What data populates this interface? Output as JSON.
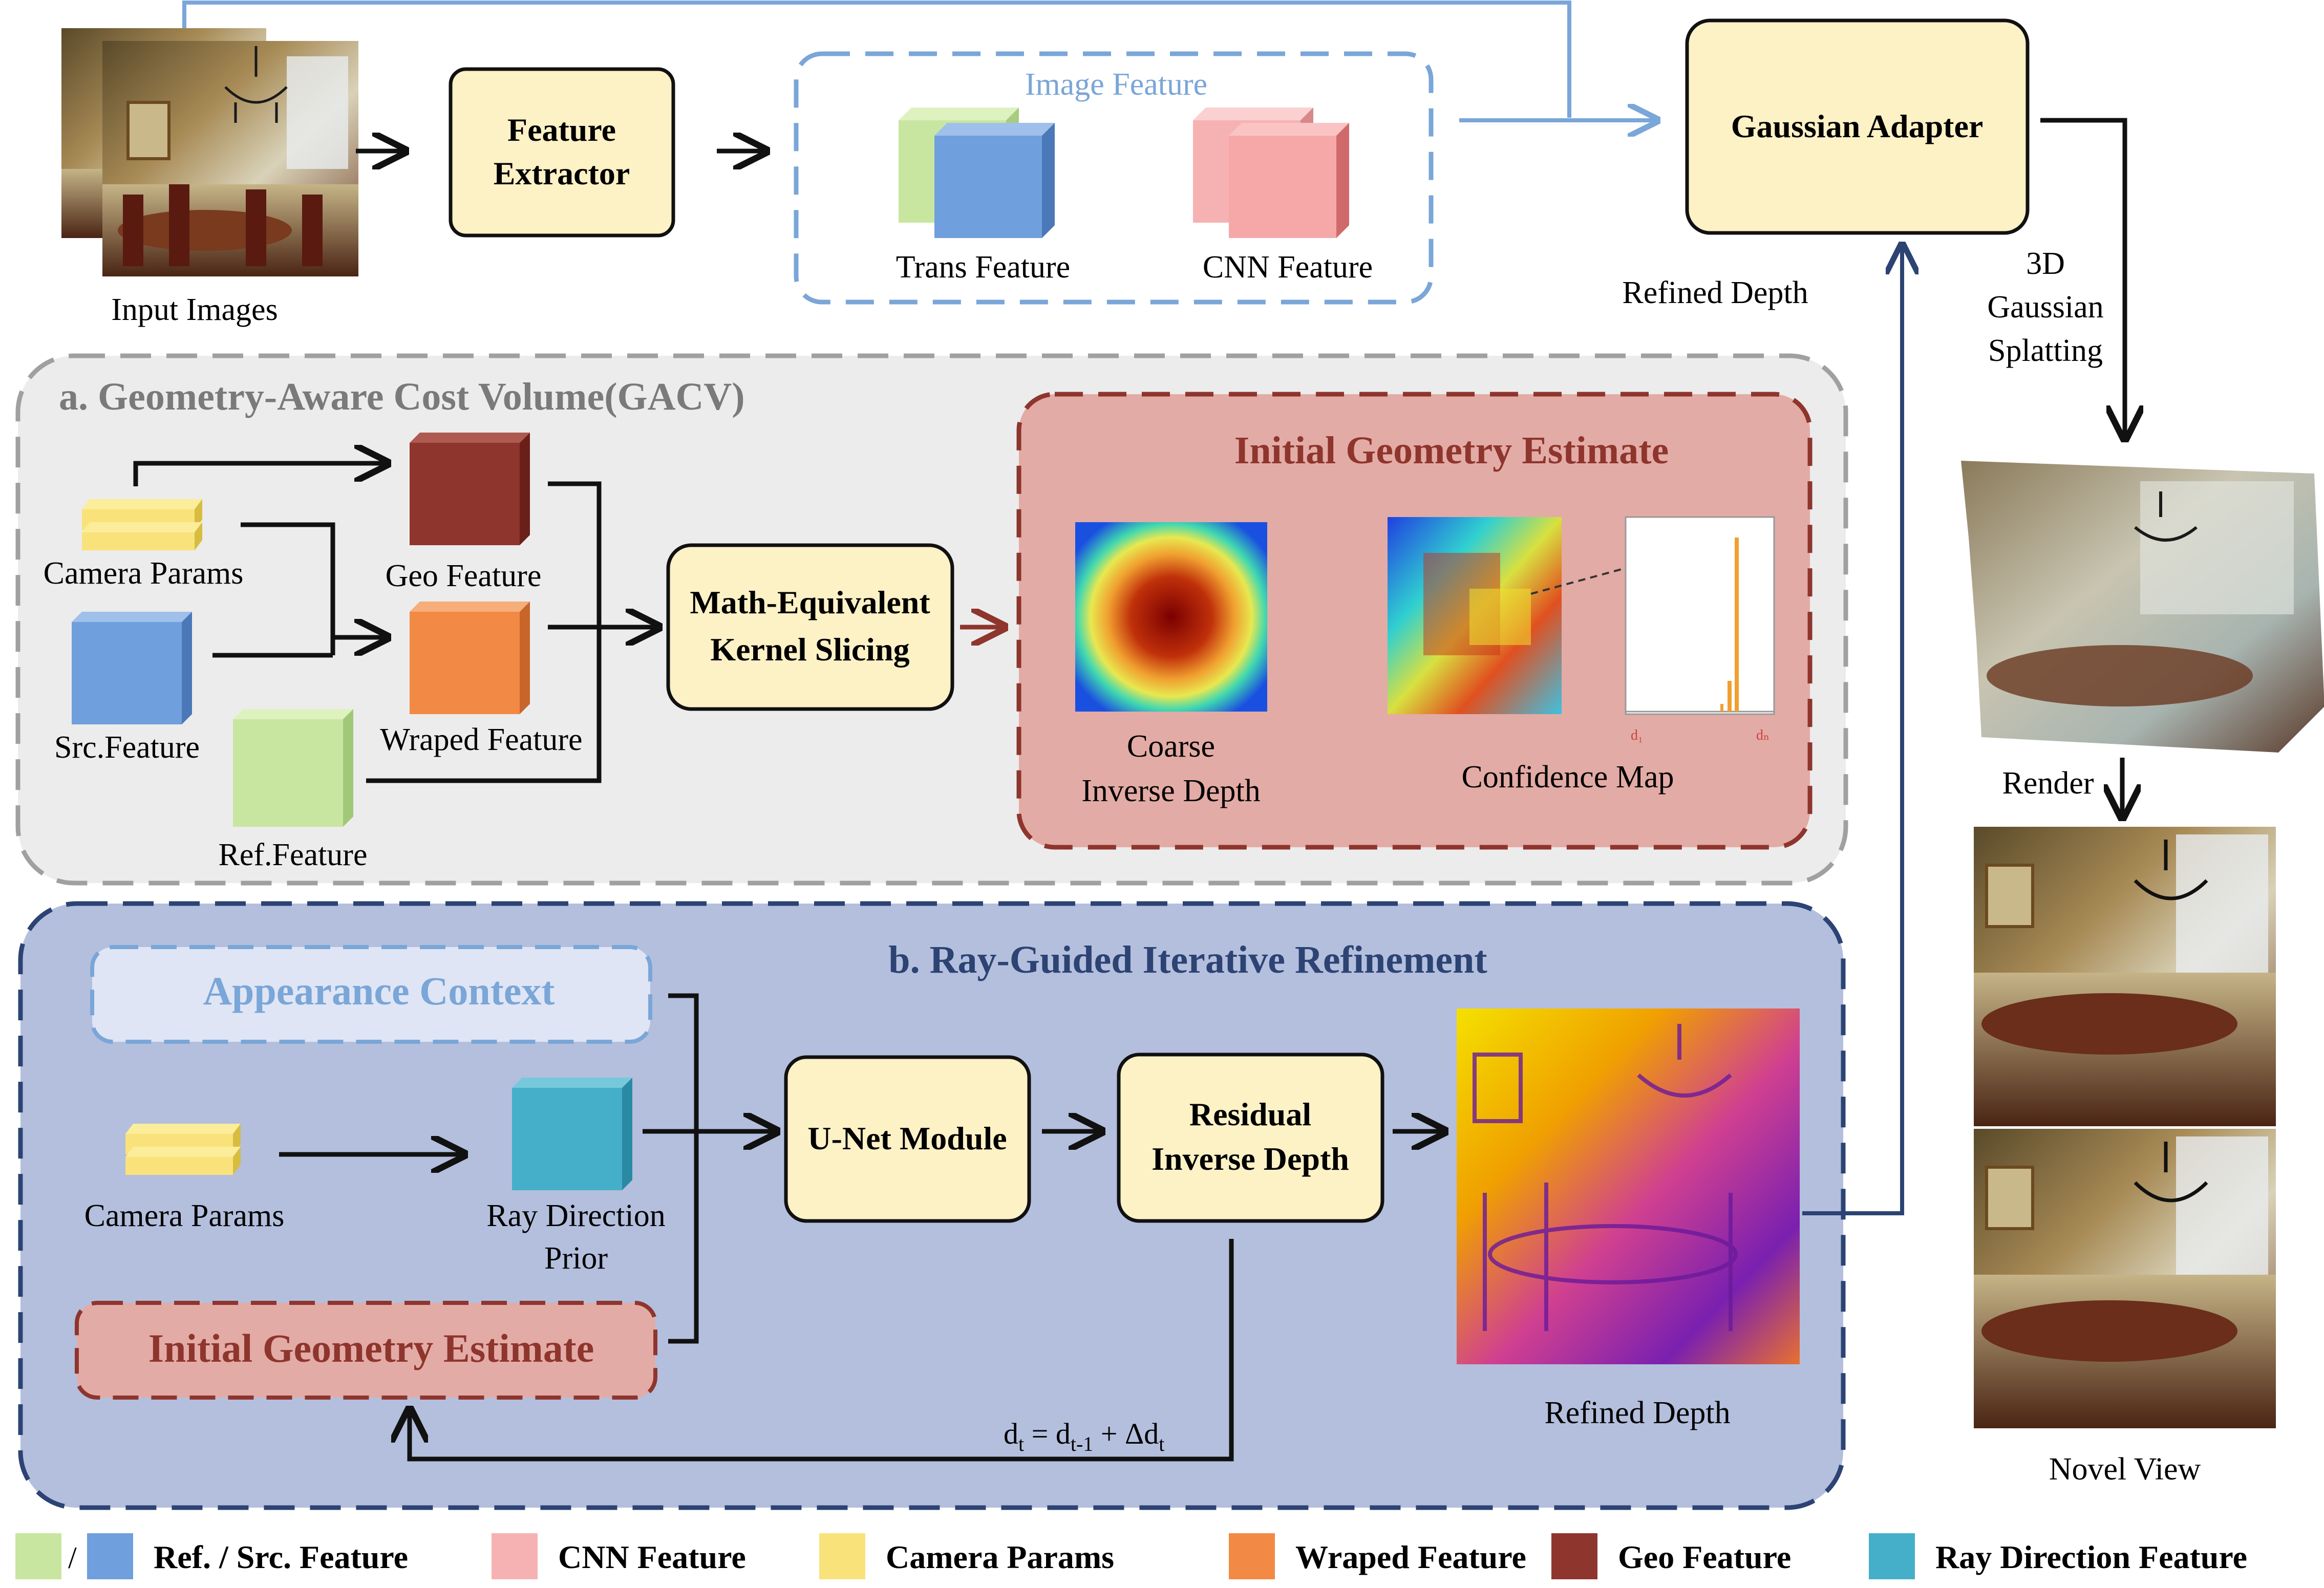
{
  "top": {
    "input_images_label": "Input Images",
    "feature_extractor": [
      "Feature",
      "Extractor"
    ],
    "image_feature_title": "Image Feature",
    "trans_feature_label": "Trans Feature",
    "cnn_feature_label": "CNN Feature",
    "gaussian_adapter": "Gaussian Adapter",
    "refined_depth_label": "Refined Depth",
    "splatting_label": [
      "3D",
      "Gaussian",
      "Splatting"
    ],
    "render_label": "Render",
    "novel_view_label": "Novel View"
  },
  "gacv": {
    "title": "a. Geometry-Aware Cost Volume(GACV)",
    "camera_params": "Camera Params",
    "geo_feature": "Geo Feature",
    "src_feature": "Src.Feature",
    "wraped_feature": "Wraped Feature",
    "ref_feature": "Ref.Feature",
    "kernel_slicing": [
      "Math-Equivalent",
      "Kernel Slicing"
    ],
    "initial_geometry_title": "Initial Geometry Estimate",
    "coarse_depth": [
      "Coarse",
      "Inverse Depth"
    ],
    "confidence_map": "Confidence Map",
    "hist_tick_left": "d₁",
    "hist_tick_right": "dₙ"
  },
  "refine": {
    "title": "b. Ray-Guided Iterative Refinement",
    "appearance_context": "Appearance Context",
    "camera_params": "Camera Params",
    "ray_direction": [
      "Ray Direction",
      "Prior"
    ],
    "initial_geometry": "Initial Geometry Estimate",
    "unet": "U-Net Module",
    "residual": [
      "Residual",
      "Inverse Depth"
    ],
    "refined_depth": "Refined Depth",
    "formula_lhs": "d",
    "formula_lhs_sub": "t",
    "formula_eq": " = d",
    "formula_mid_sub": "t-1",
    "formula_plus": " + Δd",
    "formula_rhs_sub": "t"
  },
  "legend": [
    {
      "label": "Ref. / Src. Feature",
      "colors": [
        "#c8e6a0",
        "#6f9fdc"
      ],
      "separator": "/"
    },
    {
      "label": "CNN Feature",
      "colors": [
        "#f6b2b2"
      ]
    },
    {
      "label": "Camera Params",
      "colors": [
        "#f9e27a"
      ]
    },
    {
      "label": "Wraped Feature",
      "colors": [
        "#f28a45"
      ]
    },
    {
      "label": "Geo Feature",
      "colors": [
        "#8e352d"
      ]
    },
    {
      "label": "Ray Direction Feature",
      "colors": [
        "#45afc9"
      ]
    }
  ],
  "colors": {
    "module_fill": "#fdf1c6",
    "gacv_panel": "#ececec",
    "refine_panel": "#b3bfdd",
    "initial_geo_panel": "#e3aba5",
    "appearance_fill": "#dfe5f4",
    "ref_feature": "#c8e6a0",
    "src_feature": "#6f9fdc",
    "cnn_feature": "#f6b2b2",
    "camera_params": "#f9e27a",
    "wraped_feature": "#f28a45",
    "geo_feature": "#8e352d",
    "ray_direction": "#45afc9",
    "arrow_blue": "#7aa6d8",
    "arrow_navy": "#2c4373",
    "arrow_dark_red": "#8e352d"
  }
}
